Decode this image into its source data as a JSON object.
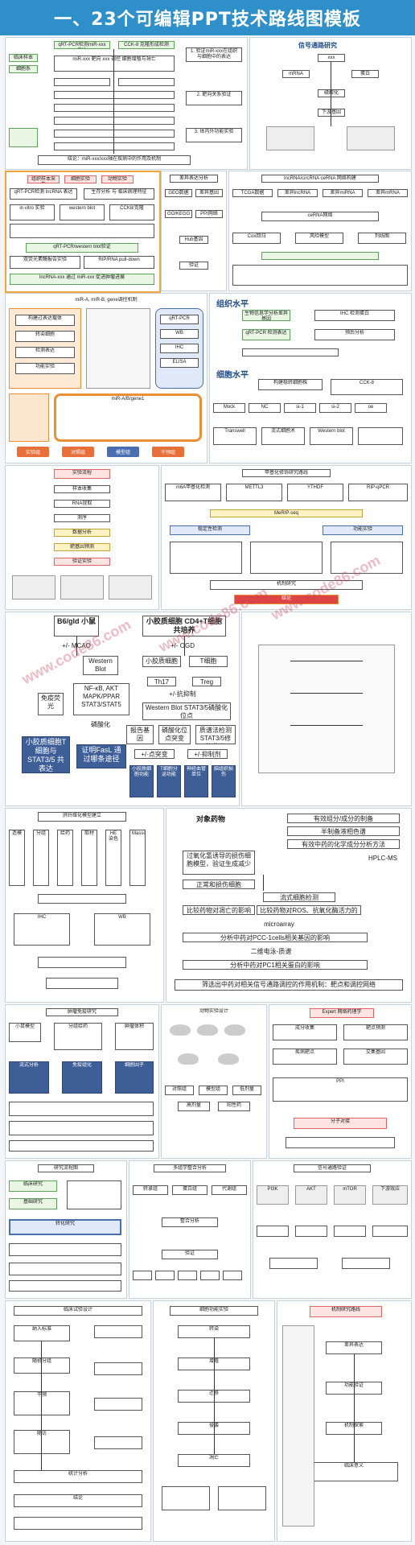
{
  "banner": {
    "title": "一、23个可编辑PPT技术路线图模板"
  },
  "watermark": {
    "text": "www.code86.com"
  },
  "p1": {
    "top1": "qRT-PCR检测miR-xxx表达",
    "top2": "CCK-8 克隆形成检测",
    "left_tag1": "临床样本",
    "left_tag2": "细胞系",
    "mid": "miR-xxx 靶向 xxx 调控 细胞增殖与凋亡",
    "note1": "1. 验证miR-xxx在组织与细胞中的表达",
    "note2": "2. 靶向关系验证",
    "note3": "3. 体内外功能实验",
    "bottom": "结论：miR-xxx/xxx轴在疾病中的作用及机制"
  },
  "p2": {
    "title": "信号通路研究",
    "nodes": [
      "xxx",
      "mRNA",
      "蛋白",
      "磷酸化",
      "下游基因"
    ]
  },
  "p3": {
    "top_tags": [
      "组织样本采集",
      "细胞实验",
      "动物实验"
    ],
    "row1": "qRT-PCR检测 lncRNA 表达",
    "row2": "生存分析 与 临床病理特征",
    "left": "in vitro 实验",
    "right": "western blot",
    "right2": "CCK8/克隆",
    "mid": "qRT-PCR/western blot验证",
    "bottom1": "双荧光素酶报告实验",
    "bottom2": "RIP/RNA pull-down",
    "final": "lncRNA-xxx 通过 miR-xxx 促进肿瘤进展"
  },
  "p4": {
    "title": "差异表达分析",
    "nodes": [
      "GEO数据",
      "差异基因",
      "GO/KEGG",
      "PPI网络",
      "Hub基因",
      "验证"
    ]
  },
  "p5": {
    "title": "lncRNA/circRNA ceRNA 网络构建",
    "nodes": [
      "TCGA数据",
      "差异lncRNA",
      "差异miRNA",
      "差异mRNA",
      "ceRNA网络",
      "Cox回归",
      "风险模型",
      "列线图"
    ]
  },
  "p6": {
    "heading": "miR-A, miR-B, gene调控机制",
    "left_items": [
      "构建过表达载体",
      "转染细胞",
      "检测表达",
      "功能实验"
    ],
    "right_items": [
      "qRT-PCR",
      "WB",
      "IHC",
      "ELISA"
    ],
    "center": "miR-A/B/gene1",
    "legend": [
      "实验组",
      "对照组",
      "模型组",
      "干预组"
    ]
  },
  "p7": {
    "tissue_title": "组织水平",
    "cell_title": "细胞水平",
    "tissue_items": [
      "生物信息学分析差异基因",
      "qRT-PCR 检测表达",
      "IHC 检测蛋白",
      "预后分析"
    ],
    "cell_items": [
      "构建稳转细胞株",
      "CCK-8",
      "Transwell",
      "流式细胞术",
      "Western blot"
    ],
    "groups": [
      "Mock",
      "NC",
      "si-1",
      "si-2",
      "oe"
    ]
  },
  "p8": {
    "title": "实验流程",
    "nodes": [
      "样本收集",
      "RNA提取",
      "测序",
      "数据分析",
      "靶基因预测",
      "验证实验"
    ]
  },
  "p9": {
    "title": "甲基化修饰研究路线",
    "nodes": [
      "m6A甲基化检测",
      "METTL3",
      "YTHDF",
      "RIP-qPCR",
      "MeRIP-seq",
      "稳定性检测",
      "功能实验",
      "机制研究",
      "结论"
    ]
  },
  "p10": {
    "top_left": "B6/gld 小鼠",
    "top_right": "小胶质细胞 CD4+T细胞共培养",
    "mcao1": "+/- MCAO",
    "mcao2": "+/- OGD",
    "western": "Western Blot",
    "immuno": "免疫荧光",
    "pathway": "NF-κB, AKT MAPK/PPAR STAT3/STAT5",
    "phos": "磷酸化",
    "result1": "小胶质细胞T 细胞与 STAT3/5 共表达",
    "result2": "证明FasL 通过哪条途径",
    "cells1": "小胶质细胞",
    "cells2": "T细胞",
    "th17": "Th17",
    "treg": "Treg",
    "inhibit": "+/-抗抑制",
    "wb2": "Western Blot STAT3/5磷酸化位点",
    "report": "报告基因",
    "site": "磷酸化位点突变",
    "mass": "质谱法检测 STAT3/5修饰位点",
    "mut": "+/-点突变",
    "inh2": "+/-抑制剂",
    "out1": "小胶质细胞功能",
    "out2": "T细胞分泌功能",
    "out3": "神经血管单位",
    "out4": "脑组织损伤"
  },
  "p11": {
    "title": "肝纤维化模型建立",
    "nodes": [
      "造模",
      "分组",
      "给药",
      "取材",
      "HE染色",
      "Masson",
      "IHC",
      "WB"
    ]
  },
  "p12": {
    "left_head": "对象药物",
    "r1": "有效组分/成分的制备",
    "r2": "半制备液相色谱",
    "r3": "有效中药的化学成分分析方法",
    "hplc": "HPLC-MS",
    "m1": "过氧化氢诱导的损伤细胞模型，验证生成减少",
    "m2": "正常和损伤细胞",
    "m3": "流式细胞检测",
    "m4": "比较药物对凋亡的影响",
    "m5": "比较药物对ROS、抗氧化酶活力的影响",
    "micro": "microarray",
    "m6": "分析中药对PCC-1cells相关基因的影响",
    "m7": "二维电泳-质谱",
    "m8": "分析中药对PC1相关蛋白的影响",
    "m9": "筛选出中药对相关信号通路调控的作用机制：靶点和调控网络"
  },
  "p13": {
    "title": "肿瘤免疫研究",
    "nodes": [
      "小鼠模型",
      "分组给药",
      "肿瘤体积",
      "流式分析",
      "免疫组化",
      "细胞因子"
    ]
  },
  "p14": {
    "title": "动物实验设计",
    "groups": [
      "对照组",
      "模型组",
      "低剂量",
      "高剂量",
      "阳性药"
    ]
  },
  "p15": {
    "title": "Expert 网络药理学",
    "nodes": [
      "成分收集",
      "靶点预测",
      "疾病靶点",
      "交集基因",
      "PPI",
      "分子对接"
    ]
  },
  "p16": {
    "title": "研究流程图",
    "nodes": [
      "临床研究",
      "基础研究",
      "转化研究"
    ]
  },
  "p17": {
    "title": "多组学整合分析",
    "nodes": [
      "转录组",
      "蛋白组",
      "代谢组",
      "整合分析",
      "验证"
    ]
  },
  "p18": {
    "title": "信号通路验证",
    "nodes": [
      "PI3K",
      "AKT",
      "mTOR",
      "下游效应"
    ]
  },
  "p19": {
    "title": "临床试验设计",
    "nodes": [
      "纳入标准",
      "随机分组",
      "干预",
      "随访",
      "统计分析",
      "结论"
    ]
  },
  "p20": {
    "title": "细胞功能实验",
    "nodes": [
      "转染",
      "增殖",
      "迁移",
      "侵袭",
      "凋亡"
    ]
  },
  "p21": {
    "title": "机制研究路线",
    "nodes": [
      "差异表达",
      "功能验证",
      "机制探索",
      "临床意义"
    ]
  }
}
